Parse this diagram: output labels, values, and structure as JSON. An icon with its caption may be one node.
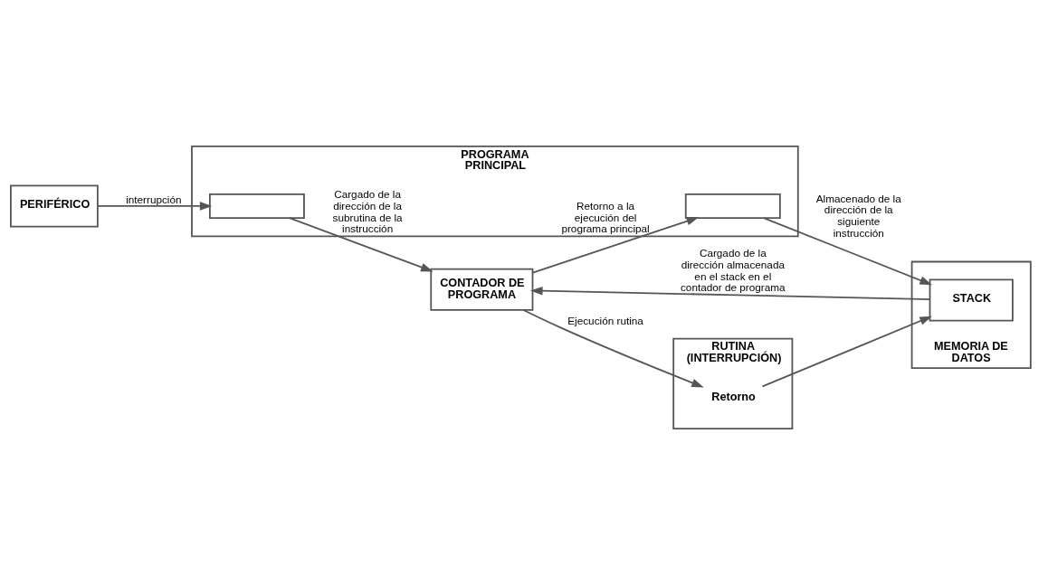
{
  "diagram": {
    "nodes": [
      {
        "text": [
          "PERIFÉRICO"
        ]
      },
      {
        "text": [
          "PROGRAMA PRINCIPAL"
        ]
      },
      {
        "text": [],
        "shape": "box",
        "in": 1
      },
      {
        "text": [],
        "shape": "box",
        "in": 1
      },
      {
        "text": [
          "MEMORIA DE DATOS"
        ]
      },
      {
        "text": [
          "STACK"
        ],
        "in": 4
      },
      {
        "text": [
          "CONTADOR DE PROGRAMA"
        ]
      },
      {
        "text": [
          "RUTINA (INTERRUPCIÓN)"
        ]
      },
      {
        "text": [
          "Retorno"
        ],
        "in": 7
      }
    ],
    "edges": [
      {
        "from": 0,
        "to": 2,
        "arrow": "to",
        "label": "interrupción"
      },
      {
        "from": 2,
        "to": 6,
        "arrow": "to",
        "label": "Cargado de la dirección de la subrutina de la instrucción"
      },
      {
        "from": 3,
        "to": 5,
        "arrow": "to",
        "label": "Almacenado de la dirección de la siguiente instrucción"
      },
      {
        "from": 6,
        "to": 3,
        "arrow": "to",
        "label": "Retorno a la ejecución del programa principal"
      },
      {
        "from": 5,
        "to": 6,
        "arrow": "to",
        "label": "Cargado de la dirección almacenada en el stack en el contador de programa"
      },
      {
        "from": 8,
        "to": 5,
        "arrow": "to"
      },
      {
        "from": 6,
        "to": 8,
        "arrow": "to",
        "label": "Ejecución rutina"
      }
    ]
  }
}
